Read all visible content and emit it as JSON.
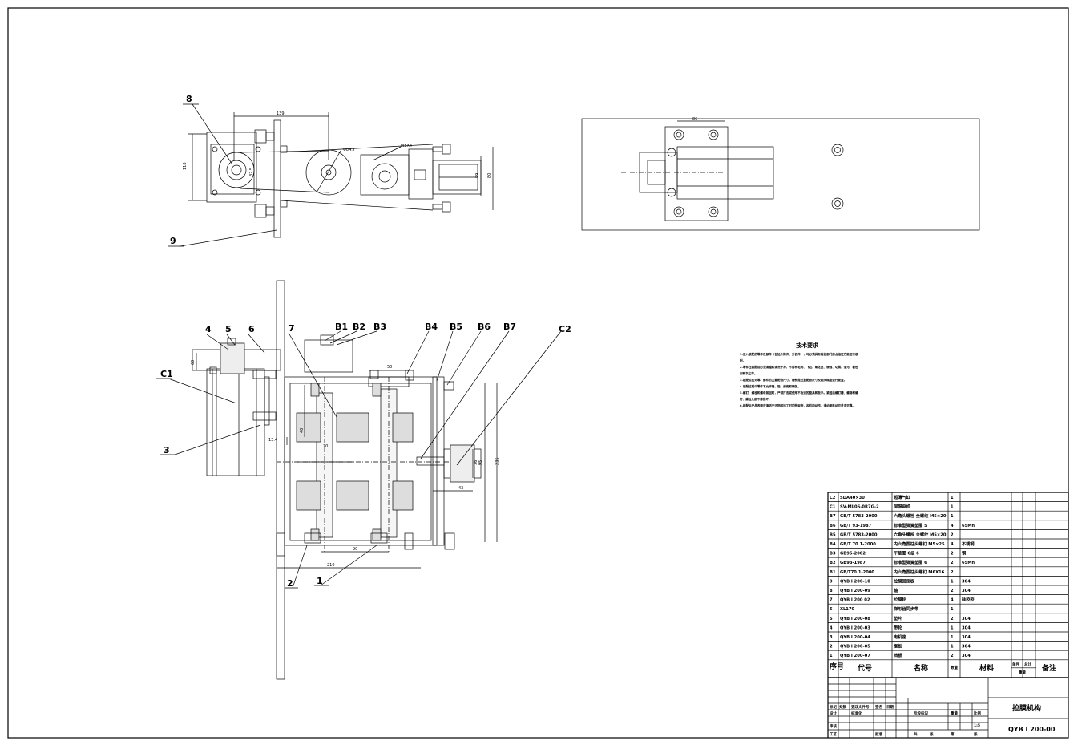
{
  "balloons": {
    "top_view": [
      "8",
      "9"
    ],
    "front_view": [
      "4",
      "5",
      "6",
      "7",
      "B1",
      "B2",
      "B3",
      "B4",
      "B5",
      "B6",
      "B7",
      "C2",
      "C1",
      "3",
      "2",
      "1"
    ]
  },
  "dims": {
    "top_view": [
      "139",
      "118",
      "Φ84.7",
      "M5X4",
      "99",
      "80",
      "32.5"
    ],
    "side_view": [
      "86"
    ],
    "front_view": [
      "50",
      "60",
      "20",
      "40",
      "13.4",
      "95",
      "235",
      "90",
      "210",
      "43",
      "36"
    ]
  },
  "tech_requirements": {
    "title": "技术要求",
    "lines": [
      "1.进入装配的零件及部件（包括外购件、外协件），均必须具有检验部门的合格证方能进行装",
      "配。",
      "2.零件在装配前必须清理和清洗干净，不得有毛刺、飞边、氧化皮、锈蚀、切屑、油污、着色",
      "剂和灰尘等。",
      "3.装配前应对零、部件的主要配合尺寸，特别是过盈配合尺寸及相关精度进行复查。",
      "4.装配过程中零件不允许磕、碰、划伤和锈蚀。",
      "5.螺钉、螺栓和螺母紧固时，严禁打击或使用不合适的旋具和扳手。紧固后螺钉槽、螺母和螺",
      "钉、螺栓头部不得损坏。",
      "6.装配后产品表面应清洁无污物和加工时的残留物，各机构动作、滑动面移动应灵活可靠。"
    ]
  },
  "bom": {
    "rows": [
      {
        "no": "C2",
        "code": "SDA40×30",
        "name": "超薄气缸",
        "qty": "1",
        "material": "",
        "note": ""
      },
      {
        "no": "C1",
        "code": "SV-ML06-0R7G-2",
        "name": "伺服电机",
        "qty": "1",
        "material": "",
        "note": ""
      },
      {
        "no": "B7",
        "code": "GB/T 5783-2000",
        "name": "六角头螺栓 全螺纹 M5×20",
        "qty": "1",
        "material": "",
        "note": ""
      },
      {
        "no": "B6",
        "code": "GB/T 93-1987",
        "name": "标准型弹簧垫圈 5",
        "qty": "4",
        "material": "65Mn",
        "note": ""
      },
      {
        "no": "B5",
        "code": "GB/T 5783-2000",
        "name": "六角头螺栓 全螺纹 M5×20",
        "qty": "2",
        "material": "",
        "note": ""
      },
      {
        "no": "B4",
        "code": "GB/T 70.1-2000",
        "name": "内六角圆柱头螺钉 M5×25",
        "qty": "4",
        "material": "不锈钢",
        "note": ""
      },
      {
        "no": "B3",
        "code": "GB95-2002",
        "name": "平垫圈 C级 6",
        "qty": "2",
        "material": "钢",
        "note": ""
      },
      {
        "no": "B2",
        "code": "GB93-1987",
        "name": "标准型弹簧垫圈 6",
        "qty": "2",
        "material": "65Mn",
        "note": ""
      },
      {
        "no": "B1",
        "code": "GB/T70.1-2000",
        "name": "内六角圆柱头螺钉 M6X16",
        "qty": "2",
        "material": "",
        "note": ""
      },
      {
        "no": "9",
        "code": "QYB I 200-10",
        "name": "拉膜固定板",
        "qty": "1",
        "material": "304",
        "note": ""
      },
      {
        "no": "8",
        "code": "QYB I 200-09",
        "name": "轴",
        "qty": "2",
        "material": "304",
        "note": ""
      },
      {
        "no": "7",
        "code": "QYB I 200 02",
        "name": "拉膜轮",
        "qty": "4",
        "material": "硅胶胶",
        "note": ""
      },
      {
        "no": "6",
        "code": "XL170",
        "name": "梯形齿同步带",
        "qty": "1",
        "material": "",
        "note": ""
      },
      {
        "no": "5",
        "code": "QYB I 200-08",
        "name": "垫片",
        "qty": "2",
        "material": "304",
        "note": ""
      },
      {
        "no": "4",
        "code": "QYB I 200-03",
        "name": "带轮",
        "qty": "1",
        "material": "304",
        "note": ""
      },
      {
        "no": "3",
        "code": "QYB I 200-04",
        "name": "电机座",
        "qty": "1",
        "material": "304",
        "note": ""
      },
      {
        "no": "2",
        "code": "QYB I 200-05",
        "name": "框板",
        "qty": "1",
        "material": "304",
        "note": ""
      },
      {
        "no": "1",
        "code": "QYB I 200-07",
        "name": "挡板",
        "qty": "2",
        "material": "304",
        "note": ""
      }
    ],
    "header": {
      "no": "序号",
      "code": "代号",
      "name": "名称",
      "qty": "数量",
      "material": "材料",
      "unit": "单件",
      "total": "总计",
      "weight": "重量",
      "note": "备注"
    }
  },
  "title_block": {
    "drawing_name": "拉膜机构",
    "drawing_no": "QYB I 200-00",
    "labels": [
      "标记",
      "处数",
      "更改文件号",
      "签名",
      "日期",
      "设计",
      "标准化",
      "审核",
      "工艺",
      "批准",
      "阶段标记",
      "重量",
      "比例",
      "共",
      "张",
      "第",
      "张"
    ],
    "scale": "1:5"
  }
}
